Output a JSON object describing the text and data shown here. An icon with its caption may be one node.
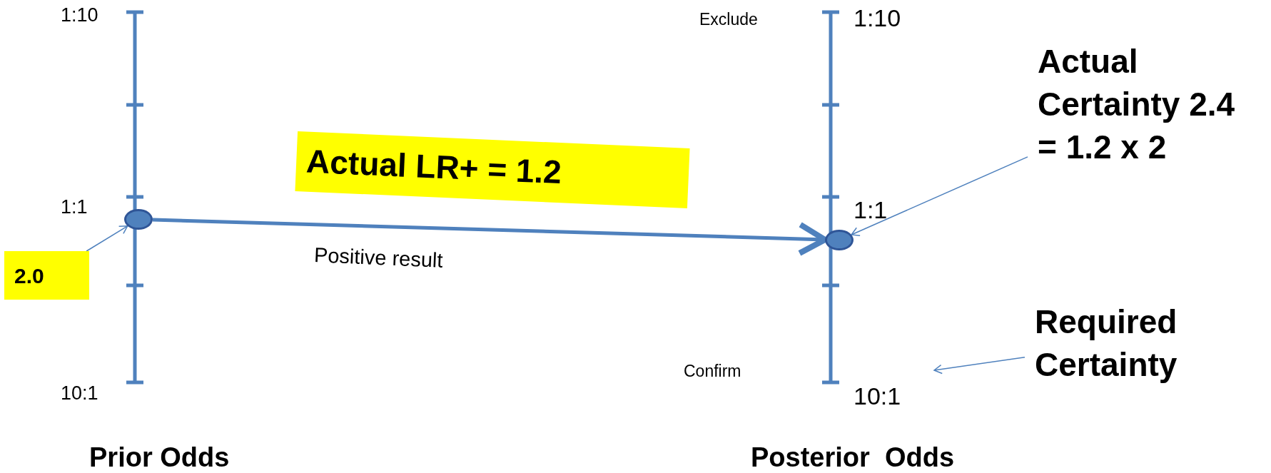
{
  "diagram": {
    "nodes": [
      {
        "text": [],
        "shape": "circle"
      },
      {
        "text": [],
        "shape": "circle"
      },
      {
        "text": [
          "2.0"
        ]
      },
      {
        "text": [
          "Actual LR+ = 1.2"
        ]
      },
      {
        "text": [
          "Actual Certainty 2.4 = 1.2 x 2"
        ]
      },
      {
        "text": [
          "Required Certainty"
        ]
      }
    ],
    "edges": [
      {
        "from": 0,
        "to": 1,
        "arrow": "to",
        "label": "Positive result",
        "style": "thick"
      },
      {
        "from": 2,
        "to": 0,
        "arrow": "to"
      },
      {
        "from": 4,
        "to": 1,
        "arrow": "to"
      },
      {
        "from": 5,
        "to": null,
        "arrow": "to"
      }
    ],
    "labels": [
      "1:10",
      "Exclude",
      "1:10",
      "1:1",
      "1:1",
      "Confirm",
      "10:1",
      "10:1",
      "Prior Odds",
      "Posterior  Odds"
    ]
  }
}
